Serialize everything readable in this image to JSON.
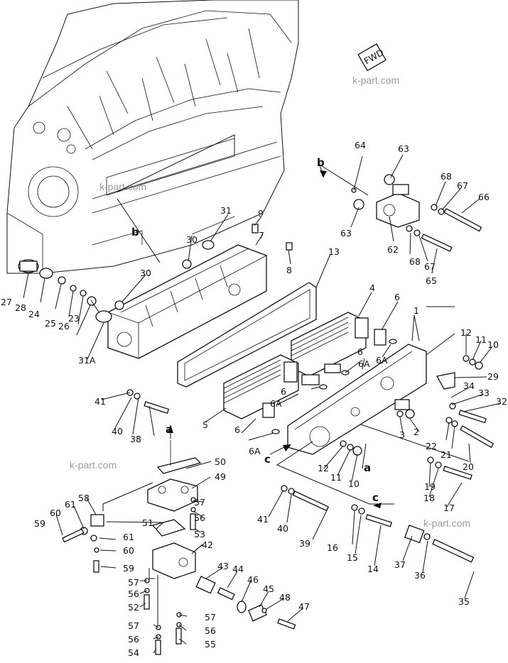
{
  "watermark": "k-part.com",
  "direction_tag": "FWD",
  "callout_letters": {
    "a": "a",
    "b": "b",
    "c": "c"
  },
  "callouts": [
    {
      "id": "1",
      "text": "1"
    },
    {
      "id": "2",
      "text": "2"
    },
    {
      "id": "3",
      "text": "3"
    },
    {
      "id": "4",
      "text": "4"
    },
    {
      "id": "5",
      "text": "5"
    },
    {
      "id": "6a",
      "text": "6"
    },
    {
      "id": "6b",
      "text": "6"
    },
    {
      "id": "6c",
      "text": "6"
    },
    {
      "id": "6d",
      "text": "6"
    },
    {
      "id": "6A1",
      "text": "6A"
    },
    {
      "id": "6A2",
      "text": "6A"
    },
    {
      "id": "6A3",
      "text": "6A"
    },
    {
      "id": "6A4",
      "text": "6A"
    },
    {
      "id": "7",
      "text": "7"
    },
    {
      "id": "8",
      "text": "8"
    },
    {
      "id": "9",
      "text": "9"
    },
    {
      "id": "10a",
      "text": "10"
    },
    {
      "id": "10b",
      "text": "10"
    },
    {
      "id": "11a",
      "text": "11"
    },
    {
      "id": "11b",
      "text": "11"
    },
    {
      "id": "12a",
      "text": "12"
    },
    {
      "id": "12b",
      "text": "12"
    },
    {
      "id": "13",
      "text": "13"
    },
    {
      "id": "14",
      "text": "14"
    },
    {
      "id": "15",
      "text": "15"
    },
    {
      "id": "16",
      "text": "16"
    },
    {
      "id": "17",
      "text": "17"
    },
    {
      "id": "18",
      "text": "18"
    },
    {
      "id": "19",
      "text": "19"
    },
    {
      "id": "20",
      "text": "20"
    },
    {
      "id": "21",
      "text": "21"
    },
    {
      "id": "22",
      "text": "22"
    },
    {
      "id": "23",
      "text": "23"
    },
    {
      "id": "24",
      "text": "24"
    },
    {
      "id": "25",
      "text": "25"
    },
    {
      "id": "26",
      "text": "26"
    },
    {
      "id": "27",
      "text": "27"
    },
    {
      "id": "28",
      "text": "28"
    },
    {
      "id": "29",
      "text": "29"
    },
    {
      "id": "30a",
      "text": "30"
    },
    {
      "id": "30b",
      "text": "30"
    },
    {
      "id": "31",
      "text": "31"
    },
    {
      "id": "31A",
      "text": "31A"
    },
    {
      "id": "32",
      "text": "32"
    },
    {
      "id": "33",
      "text": "33"
    },
    {
      "id": "34",
      "text": "34"
    },
    {
      "id": "35",
      "text": "35"
    },
    {
      "id": "36",
      "text": "36"
    },
    {
      "id": "37",
      "text": "37"
    },
    {
      "id": "38",
      "text": "38"
    },
    {
      "id": "39",
      "text": "39"
    },
    {
      "id": "40a",
      "text": "40"
    },
    {
      "id": "40b",
      "text": "40"
    },
    {
      "id": "41a",
      "text": "41"
    },
    {
      "id": "41b",
      "text": "41"
    },
    {
      "id": "42",
      "text": "42"
    },
    {
      "id": "43",
      "text": "43"
    },
    {
      "id": "44",
      "text": "44"
    },
    {
      "id": "45",
      "text": "45"
    },
    {
      "id": "46",
      "text": "46"
    },
    {
      "id": "47",
      "text": "47"
    },
    {
      "id": "48",
      "text": "48"
    },
    {
      "id": "49",
      "text": "49"
    },
    {
      "id": "50",
      "text": "50"
    },
    {
      "id": "51",
      "text": "51"
    },
    {
      "id": "52",
      "text": "52"
    },
    {
      "id": "53",
      "text": "53"
    },
    {
      "id": "54",
      "text": "54"
    },
    {
      "id": "55",
      "text": "55"
    },
    {
      "id": "56a",
      "text": "56"
    },
    {
      "id": "56b",
      "text": "56"
    },
    {
      "id": "56c",
      "text": "56"
    },
    {
      "id": "56d",
      "text": "56"
    },
    {
      "id": "57a",
      "text": "57"
    },
    {
      "id": "57b",
      "text": "57"
    },
    {
      "id": "57c",
      "text": "57"
    },
    {
      "id": "57d",
      "text": "57"
    },
    {
      "id": "58",
      "text": "58"
    },
    {
      "id": "59a",
      "text": "59"
    },
    {
      "id": "59b",
      "text": "59"
    },
    {
      "id": "60a",
      "text": "60"
    },
    {
      "id": "60b",
      "text": "60"
    },
    {
      "id": "61a",
      "text": "61"
    },
    {
      "id": "61b",
      "text": "61"
    },
    {
      "id": "62",
      "text": "62"
    },
    {
      "id": "63a",
      "text": "63"
    },
    {
      "id": "63b",
      "text": "63"
    },
    {
      "id": "64",
      "text": "64"
    },
    {
      "id": "65",
      "text": "65"
    },
    {
      "id": "66",
      "text": "66"
    },
    {
      "id": "67a",
      "text": "67"
    },
    {
      "id": "67b",
      "text": "67"
    },
    {
      "id": "68a",
      "text": "68"
    },
    {
      "id": "68b",
      "text": "68"
    }
  ]
}
